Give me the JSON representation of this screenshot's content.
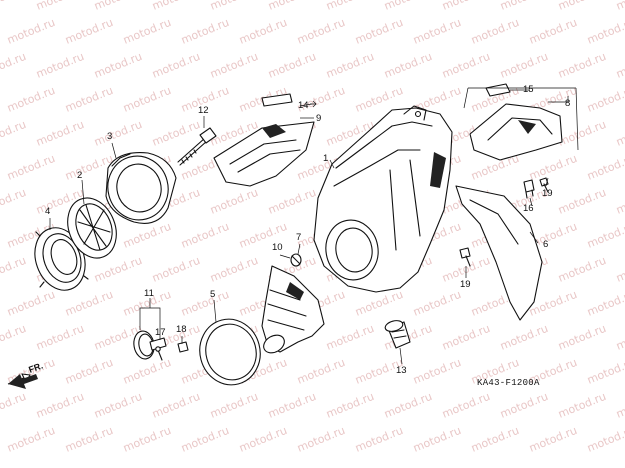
{
  "watermark_text": "motod.ru",
  "diagram_code": "KA43-F1200A",
  "direction_label": "FR.",
  "callouts": [
    {
      "id": "c1",
      "label": "1"
    },
    {
      "id": "c2",
      "label": "2"
    },
    {
      "id": "c3",
      "label": "3"
    },
    {
      "id": "c4",
      "label": "4"
    },
    {
      "id": "c5",
      "label": "5"
    },
    {
      "id": "c6",
      "label": "6"
    },
    {
      "id": "c7",
      "label": "7"
    },
    {
      "id": "c8",
      "label": "8"
    },
    {
      "id": "c9",
      "label": "9"
    },
    {
      "id": "c10",
      "label": "10"
    },
    {
      "id": "c11",
      "label": "11"
    },
    {
      "id": "c12",
      "label": "12"
    },
    {
      "id": "c13",
      "label": "13"
    },
    {
      "id": "c14",
      "label": "14"
    },
    {
      "id": "c15",
      "label": "15"
    },
    {
      "id": "c16",
      "label": "16"
    },
    {
      "id": "c17",
      "label": "17"
    },
    {
      "id": "c18",
      "label": "18"
    },
    {
      "id": "c19a",
      "label": "19"
    },
    {
      "id": "c19b",
      "label": "19"
    }
  ]
}
